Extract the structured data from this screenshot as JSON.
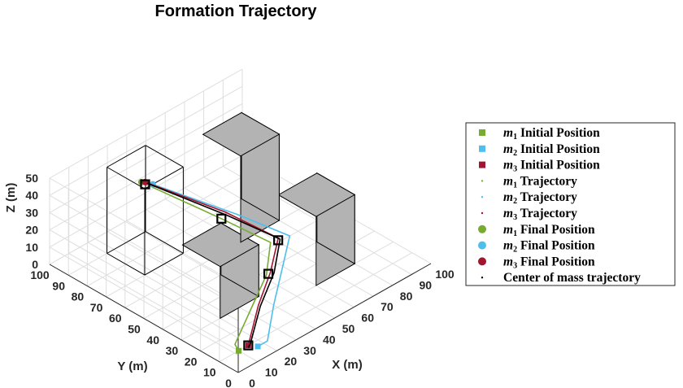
{
  "chart_data": {
    "type": "line",
    "projection": "3d",
    "title": "Formation Trajectory",
    "xlabel": "X (m)",
    "ylabel": "Y (m)",
    "zlabel": "Z (m)",
    "xlim": [
      0,
      100
    ],
    "ylim": [
      0,
      100
    ],
    "zlim": [
      0,
      50
    ],
    "xticks": [
      "0",
      "10",
      "20",
      "30",
      "40",
      "50",
      "60",
      "70",
      "80",
      "90",
      "100"
    ],
    "yticks": [
      "0",
      "10",
      "20",
      "30",
      "40",
      "50",
      "60",
      "70",
      "80",
      "90",
      "100"
    ],
    "zticks": [
      "0",
      "10",
      "20",
      "30",
      "40",
      "50"
    ],
    "grid": true,
    "legend_position": "right",
    "colors": {
      "m1": "#77ac30",
      "m2": "#4dbeee",
      "m3": "#a2142f",
      "center": "#000000",
      "obstacle_fill": "#b3b3b3",
      "waypoint": "#000000"
    },
    "legend": [
      {
        "symbol": "m",
        "sub": "1",
        "text": " Initial Position",
        "marker": "square",
        "color": "#77ac30"
      },
      {
        "symbol": "m",
        "sub": "2",
        "text": " Initial Position",
        "marker": "square",
        "color": "#4dbeee"
      },
      {
        "symbol": "m",
        "sub": "3",
        "text": " Initial Position",
        "marker": "square",
        "color": "#a2142f"
      },
      {
        "symbol": "m",
        "sub": "1",
        "text": " Trajectory",
        "marker": "dot",
        "color": "#77ac30"
      },
      {
        "symbol": "m",
        "sub": "2",
        "text": " Trajectory",
        "marker": "dot",
        "color": "#4dbeee"
      },
      {
        "symbol": "m",
        "sub": "3",
        "text": " Trajectory",
        "marker": "dot",
        "color": "#a2142f"
      },
      {
        "symbol": "m",
        "sub": "1",
        "text": " Final Position",
        "marker": "circle",
        "color": "#77ac30"
      },
      {
        "symbol": "m",
        "sub": "2",
        "text": " Final Position",
        "marker": "circle",
        "color": "#4dbeee"
      },
      {
        "symbol": "m",
        "sub": "3",
        "text": " Final Position",
        "marker": "circle",
        "color": "#a2142f"
      },
      {
        "symbol": "",
        "sub": "",
        "text": "Center of mass trajectory",
        "marker": "dot",
        "color": "#000000"
      }
    ],
    "obstacles": [
      {
        "x": [
          20,
          40
        ],
        "y": [
          30,
          50
        ],
        "z": [
          0,
          30
        ]
      },
      {
        "x": [
          60,
          80
        ],
        "y": [
          20,
          40
        ],
        "z": [
          0,
          40
        ]
      },
      {
        "x": [
          60,
          80
        ],
        "y": [
          60,
          80
        ],
        "z": [
          0,
          50
        ]
      },
      {
        "x": [
          20,
          40
        ],
        "y": [
          70,
          90
        ],
        "z": [
          0,
          50
        ],
        "style": "wireframe"
      }
    ],
    "waypoints": [
      {
        "x": 15,
        "y": 10,
        "z": 0
      },
      {
        "x": 45,
        "y": 30,
        "z": 10
      },
      {
        "x": 55,
        "y": 35,
        "z": 20
      },
      {
        "x": 50,
        "y": 60,
        "z": 20
      },
      {
        "x": 30,
        "y": 80,
        "z": 40
      }
    ],
    "series": [
      {
        "name": "m1",
        "x": [
          10,
          12,
          28,
          44,
          52,
          50,
          30
        ],
        "y": [
          10,
          14,
          22,
          30,
          36,
          60,
          82
        ],
        "z": [
          0,
          0,
          5,
          10,
          20,
          20,
          40
        ]
      },
      {
        "name": "m2",
        "x": [
          17,
          22,
          36,
          50,
          60,
          56,
          32
        ],
        "y": [
          7,
          7,
          18,
          28,
          34,
          58,
          78
        ],
        "z": [
          0,
          0,
          5,
          10,
          20,
          20,
          40
        ]
      },
      {
        "name": "m3",
        "x": [
          15,
          15,
          32,
          46,
          56,
          54,
          31
        ],
        "y": [
          10,
          10,
          22,
          30,
          36,
          62,
          81
        ],
        "z": [
          0,
          0,
          5,
          10,
          20,
          20,
          40
        ]
      },
      {
        "name": "Center of mass",
        "x": [
          14,
          16,
          32,
          47,
          56,
          53,
          31
        ],
        "y": [
          9,
          10,
          21,
          29,
          35,
          60,
          80
        ],
        "z": [
          0,
          0,
          5,
          10,
          20,
          20,
          40
        ]
      }
    ]
  }
}
